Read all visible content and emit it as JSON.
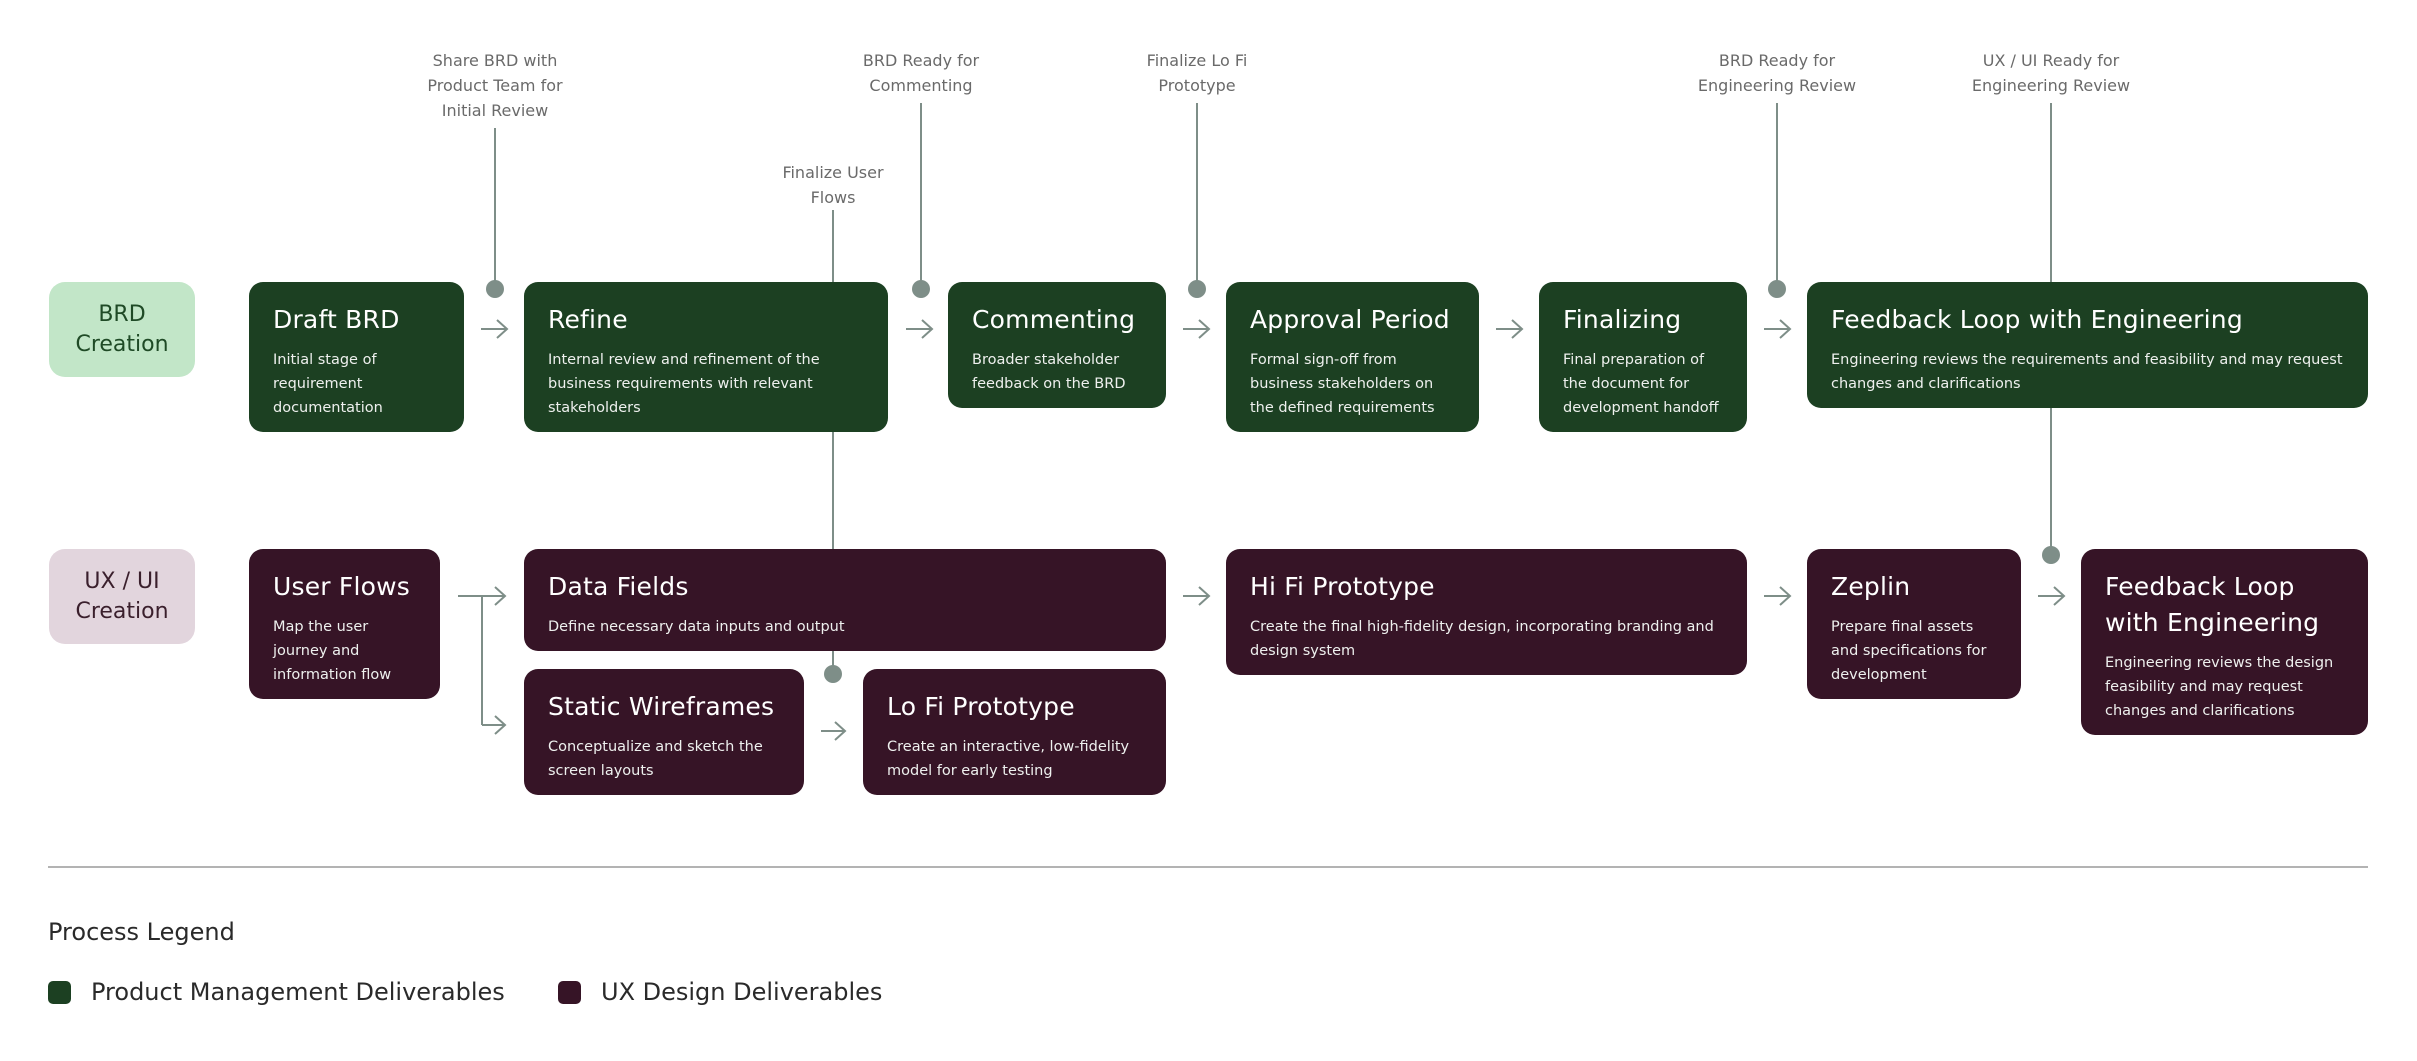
{
  "lanes": {
    "brd": "BRD\nCreation",
    "ux": "UX / UI\nCreation"
  },
  "steps": {
    "draft_brd": {
      "title": "Draft BRD",
      "desc": "Initial stage of requirement documentation"
    },
    "refine": {
      "title": "Refine",
      "desc": "Internal review and refinement of the business requirements with relevant stakeholders"
    },
    "commenting": {
      "title": "Commenting",
      "desc": "Broader stakeholder feedback on the BRD"
    },
    "approval": {
      "title": "Approval Period",
      "desc": "Formal sign-off from business stakeholders on the defined requirements"
    },
    "finalizing": {
      "title": "Finalizing",
      "desc": "Final preparation of the document for development handoff"
    },
    "feedback_pm": {
      "title": "Feedback Loop with Engineering",
      "desc": "Engineering reviews the requirements and feasibility and may request changes and clarifications"
    },
    "user_flows": {
      "title": "User Flows",
      "desc": "Map the user journey and information flow"
    },
    "data_fields": {
      "title": "Data Fields",
      "desc": "Define necessary data inputs and output"
    },
    "static_wire": {
      "title": "Static Wireframes",
      "desc": "Conceptualize and sketch the screen layouts"
    },
    "lofi": {
      "title": "Lo Fi Prototype",
      "desc": "Create an interactive, low-fidelity model for early testing"
    },
    "hifi": {
      "title": "Hi Fi Prototype",
      "desc": "Create the final high-fidelity design, incorporating branding and design system"
    },
    "zeplin": {
      "title": "Zeplin",
      "desc": "Prepare final assets and specifications for development"
    },
    "feedback_ux": {
      "title": "Feedback Loop with Engineering",
      "desc": "Engineering reviews the design feasibility and may request changes and clarifications"
    }
  },
  "milestones": {
    "share_brd": "Share BRD with\nProduct Team for\nInitial Review",
    "finalize_flows": "Finalize User\nFlows",
    "brd_commenting": "BRD Ready for\nCommenting",
    "finalize_lofi": "Finalize Lo Fi\nPrototype",
    "brd_eng_review": "BRD Ready for\nEngineering Review",
    "uxui_eng_review": "UX / UI Ready for\nEngineering Review"
  },
  "legend": {
    "title": "Process Legend",
    "pm_label": "Product Management Deliverables",
    "ux_label": "UX Design Deliverables"
  },
  "colors": {
    "pm": "#1c4022",
    "ux": "#361426",
    "connector": "#7e8e88",
    "brd_lane": "#c2e6c8",
    "ux_lane": "#e2d5dd"
  }
}
